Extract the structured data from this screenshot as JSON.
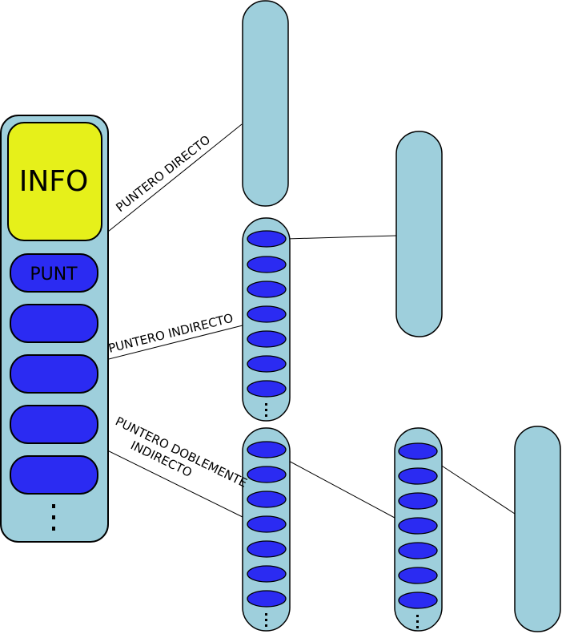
{
  "inode": {
    "info_label": "INFO",
    "punt_label": "PUNT",
    "ellipsis": "⋮"
  },
  "labels": {
    "direct": "PUNTERO DIRECTO",
    "indirect": "PUNTERO INDIRECTO",
    "double_line1": "PUNTERO DOBLEMENTE",
    "double_line2": "INDIRECTO"
  },
  "colors": {
    "light_blue": "#9ecfdc",
    "dark_blue": "#2b2bf2",
    "yellow": "#e6f01a",
    "stroke": "#000000"
  }
}
